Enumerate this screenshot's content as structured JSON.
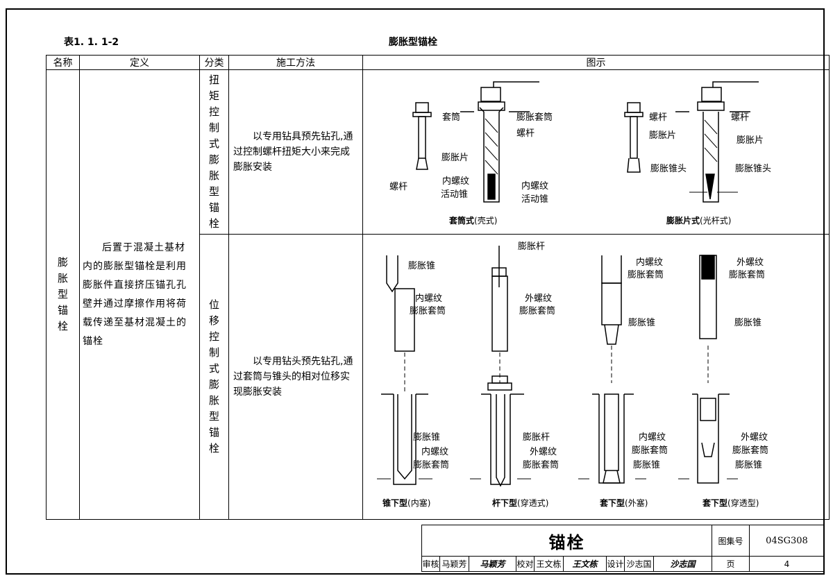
{
  "table_no": "表1. 1. 1-2",
  "table_title": "膨胀型锚栓",
  "headers": {
    "name": "名称",
    "definition": "定义",
    "category": "分类",
    "method": "施工方法",
    "figure": "图示"
  },
  "name_value": "膨胀型锚栓",
  "definition": "后置于混凝土基材内的膨胀型锚栓是利用膨胀件直接挤压锚孔孔壁并通过摩擦作用将荷载传递至基材混凝土的锚栓",
  "rows": [
    {
      "category": "扭矩控制式膨胀型锚栓",
      "method": "以专用钻具预先钻孔,通过控制螺杆扭矩大小来完成膨胀安装",
      "figure_labels": {
        "a_sleeve": "套筒",
        "a_exp_sleeve": "膨胀套筒",
        "a_bolt": "螺杆",
        "a_exp_piece": "膨胀片",
        "a_bolt_left": "螺杆",
        "a_inner_thread": "内螺纹",
        "a_moving_cone": "活动锥",
        "a_inner_thread2": "内螺纹",
        "a_moving_cone2": "活动锥",
        "b_bolt1": "螺杆",
        "b_bolt2": "螺杆",
        "b_exp_piece1": "膨胀片",
        "b_exp_piece2": "膨胀片",
        "b_head1": "膨胀锥头",
        "b_head2": "膨胀锥头"
      },
      "captions": [
        {
          "bold": "套筒式",
          "sub": "(壳式)"
        },
        {
          "bold": "膨胀片式",
          "sub": "(光杆式)"
        }
      ]
    },
    {
      "category": "位移控制式膨胀型锚栓",
      "method": "以专用钻头预先钻孔,通过套筒与锥头的相对位移实现膨胀安装",
      "figure_labels": {
        "c_cone": "膨胀锥",
        "c_inner": "内螺纹",
        "c_sleeve": "膨胀套筒",
        "c_cone2": "膨胀锥",
        "c_inner2": "内螺纹",
        "c_sleeve2": "膨胀套筒",
        "d_rod": "膨胀杆",
        "d_outer": "外螺纹",
        "d_sleeve": "膨胀套筒",
        "d_rod2": "膨胀杆",
        "d_outer2": "外螺纹",
        "d_sleeve2": "膨胀套筒",
        "e_inner": "内螺纹",
        "e_sleeve": "膨胀套筒",
        "e_cone": "膨胀锥",
        "e_inner2": "内螺纹",
        "e_sleeve2": "膨胀套筒",
        "e_cone2": "膨胀锥",
        "f_outer": "外螺纹",
        "f_sleeve": "膨胀套筒",
        "f_cone": "膨胀锥",
        "f_outer2": "外螺纹",
        "f_sleeve2": "膨胀套筒",
        "f_cone2": "膨胀锥"
      },
      "captions": [
        {
          "bold": "锥下型",
          "sub": "(内塞)"
        },
        {
          "bold": "杆下型",
          "sub": "(穿透式)"
        },
        {
          "bold": "套下型",
          "sub": "(外塞)"
        },
        {
          "bold": "套下型",
          "sub": "(穿透型)"
        }
      ]
    }
  ],
  "title_block": {
    "sheet_title": "锚栓",
    "atlas_label": "图集号",
    "atlas_no": "04SG308",
    "page_label": "页",
    "page_no": "4",
    "review_label": "审核",
    "reviewer": "马颖芳",
    "check_label": "校对",
    "checker": "王文栋",
    "design_label": "设计",
    "designer": "沙志国"
  }
}
